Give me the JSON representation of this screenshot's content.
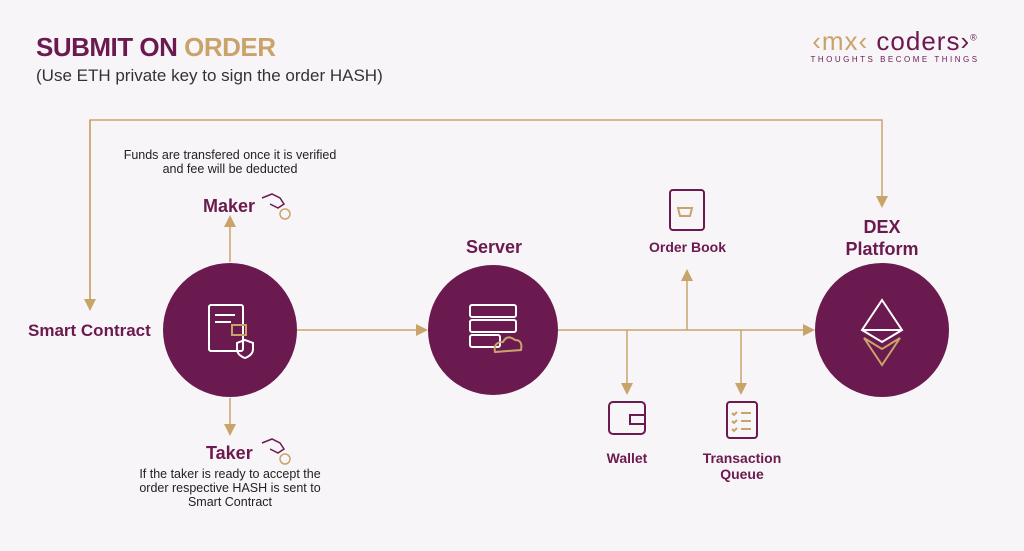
{
  "header": {
    "title_part1": "SUBMIT ON ",
    "title_part2": "ORDER",
    "subtitle": "(Use ETH private key to sign the order HASH)"
  },
  "logo": {
    "text_left": "‹mx‹ ",
    "text_right": "coders›",
    "reg": "®",
    "tagline": "THOUGHTS BECOME THINGS"
  },
  "colors": {
    "primary": "#6b1a4f",
    "accent": "#c9a46a",
    "background": "#f8f5f8"
  },
  "nodes": {
    "smart_contract": "Smart Contract",
    "maker": "Maker",
    "maker_note": "Funds are transfered once it is verified and fee will be deducted",
    "taker": "Taker",
    "taker_note": "If the taker is ready to accept the order respective HASH is sent to Smart Contract",
    "server": "Server",
    "order_book": "Order Book",
    "wallet": "Wallet",
    "transaction_queue": "Transaction Queue",
    "dex": "DEX Platform"
  }
}
